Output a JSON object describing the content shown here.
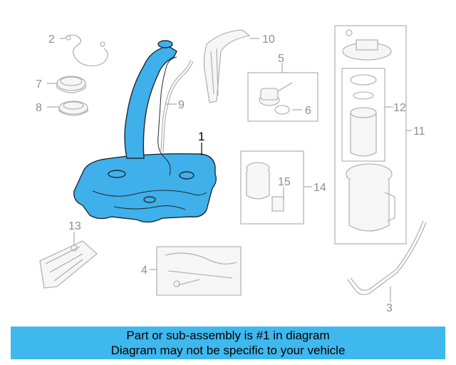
{
  "callouts": [
    "1",
    "2",
    "3",
    "4",
    "5",
    "6",
    "7",
    "8",
    "9",
    "10",
    "11",
    "12",
    "13",
    "14",
    "15"
  ],
  "colors": {
    "highlight": "#3fb0ea",
    "banner": "#3fb8ee",
    "line": "#a8a8a8"
  },
  "banner": {
    "line1": "Part or sub-assembly is #1 in diagram",
    "line2": "Diagram may not be specific to your vehicle"
  }
}
